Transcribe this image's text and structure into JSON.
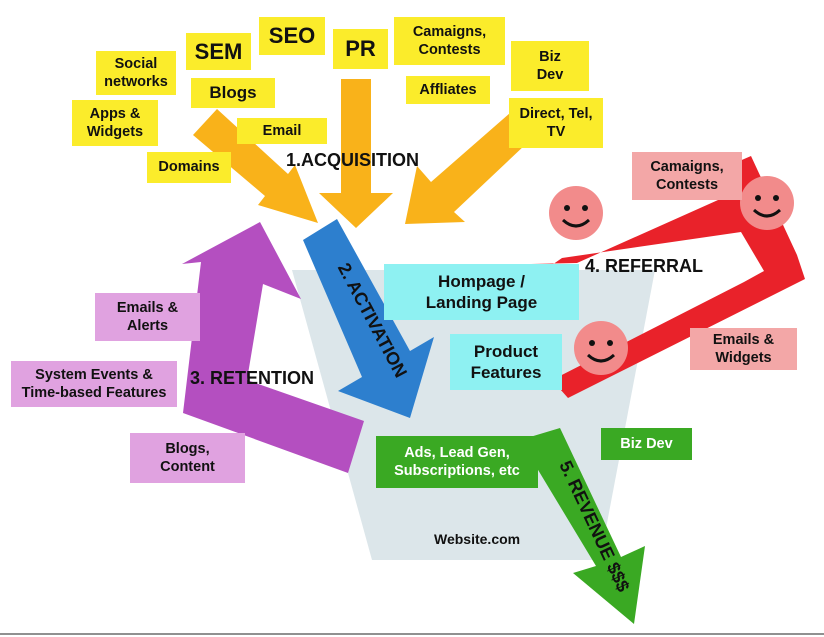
{
  "colors": {
    "acquisition": "#f9b21a",
    "activation": "#2d7fce",
    "retention": "#b44fc0",
    "referral": "#e9222a",
    "revenue": "#3aa923",
    "funnel": "#dce6ea",
    "smiley": "#f28b8b"
  },
  "stages": {
    "acquisition": "1.ACQUISITION",
    "activation": "2. ACTIVATION",
    "retention": "3. RETENTION",
    "referral": "4. REFERRAL",
    "revenue": "5. REVENUE $$$"
  },
  "acquisition_channels": {
    "sem": "SEM",
    "seo": "SEO",
    "pr": "PR",
    "campaigns": "Camaigns,\nContests",
    "social": "Social\nnetworks",
    "blogs": "Blogs",
    "affiliates": "Affliates",
    "biz_dev": "Biz\nDev",
    "apps": "Apps &\nWidgets",
    "email": "Email",
    "direct": "Direct, Tel,\nTV",
    "domains": "Domains"
  },
  "website": {
    "homepage": "Hompage /\nLanding Page",
    "product": "Product\nFeatures",
    "name": "Website.com"
  },
  "retention_channels": {
    "emails": "Emails &\nAlerts",
    "system": "System Events &\nTime-based Features",
    "blogs": "Blogs,\nContent"
  },
  "referral_channels": {
    "campaigns": "Camaigns,\nContests",
    "emails": "Emails &\nWidgets"
  },
  "revenue_channels": {
    "ads": "Ads, Lead Gen,\nSubscriptions, etc",
    "biz_dev": "Biz Dev"
  },
  "smileys": [
    "happy-face",
    "happy-face",
    "happy-face"
  ]
}
